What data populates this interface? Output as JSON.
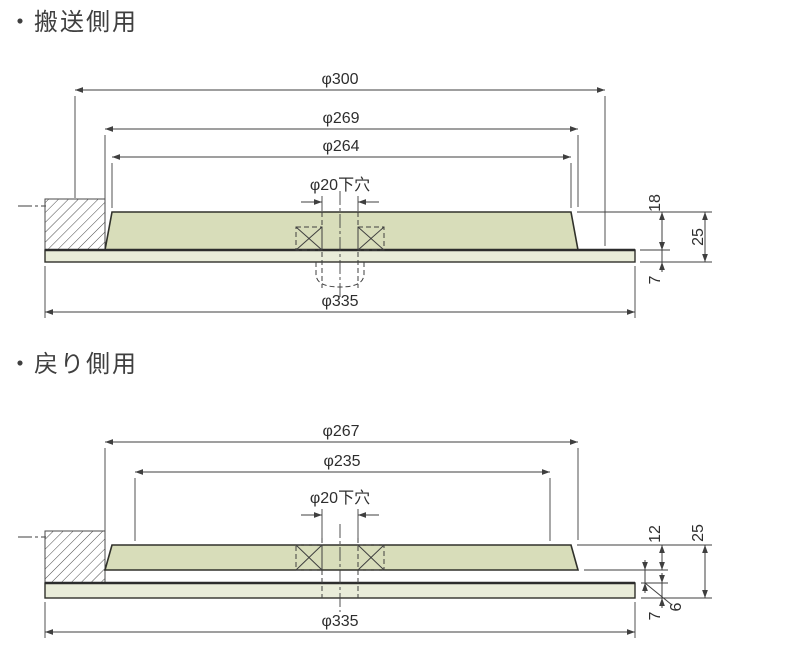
{
  "colors": {
    "background": "#ffffff",
    "part_fill": "#d8ddba",
    "plate_fill": "#e9ecd9",
    "line": "#3f3f3f"
  },
  "sections": [
    {
      "title": "・搬送側用",
      "dims": {
        "outer": "φ300",
        "mid": "φ269",
        "inner": "φ264",
        "pilot": "φ20下穴",
        "base": "φ335",
        "t_disc": "18",
        "t_total": "25",
        "t_plate": "7"
      }
    },
    {
      "title": "・戻り側用",
      "dims": {
        "outer": "φ267",
        "inner": "φ235",
        "pilot": "φ20下穴",
        "base": "φ335",
        "t_disc": "12",
        "t_total": "25",
        "t_plate": "7",
        "t_gap": "6"
      }
    }
  ]
}
